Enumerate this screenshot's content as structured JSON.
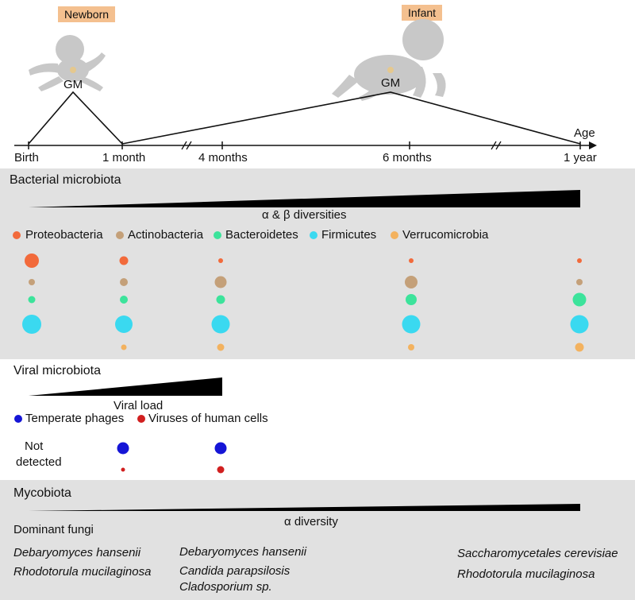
{
  "stages": {
    "newborn": "Newborn",
    "infant": "Infant",
    "gm_newborn": "GM",
    "gm_infant": "GM"
  },
  "timeline": {
    "axis_label": "Age",
    "ticks": [
      "Birth",
      "1 month",
      "4 months",
      "6 months",
      "1 year"
    ]
  },
  "bacterial": {
    "title": "Bacterial microbiota",
    "gradient_label": "α & β diversities",
    "legend": [
      {
        "name": "Proteobacteria",
        "color": "#f26a3b"
      },
      {
        "name": "Actinobacteria",
        "color": "#c4a079"
      },
      {
        "name": "Bacteroidetes",
        "color": "#3ce39b"
      },
      {
        "name": "Firmicutes",
        "color": "#3ad9f0"
      },
      {
        "name": "Verrucomicrobia",
        "color": "#f3b25f"
      }
    ]
  },
  "viral": {
    "title": "Viral microbiota",
    "gradient_label": "Viral load",
    "legend": [
      {
        "name": "Temperate phages",
        "color": "#1515d6"
      },
      {
        "name": "Viruses of human cells",
        "color": "#d11f1f"
      }
    ],
    "not_detected_1": "Not",
    "not_detected_2": "detected"
  },
  "myco": {
    "title": "Mycobiota",
    "gradient_label": "α diversity",
    "dominant_label": "Dominant fungi",
    "col1": [
      "Debaryomyces hansenii",
      "Rhodotorula mucilaginosa"
    ],
    "col2": [
      "Debaryomyces hansenii",
      "Candida parapsilosis",
      "Cladosporium sp."
    ],
    "col3": [
      "Saccharomycetales cerevisiae",
      "Rhodotorula mucilaginosa"
    ]
  }
}
